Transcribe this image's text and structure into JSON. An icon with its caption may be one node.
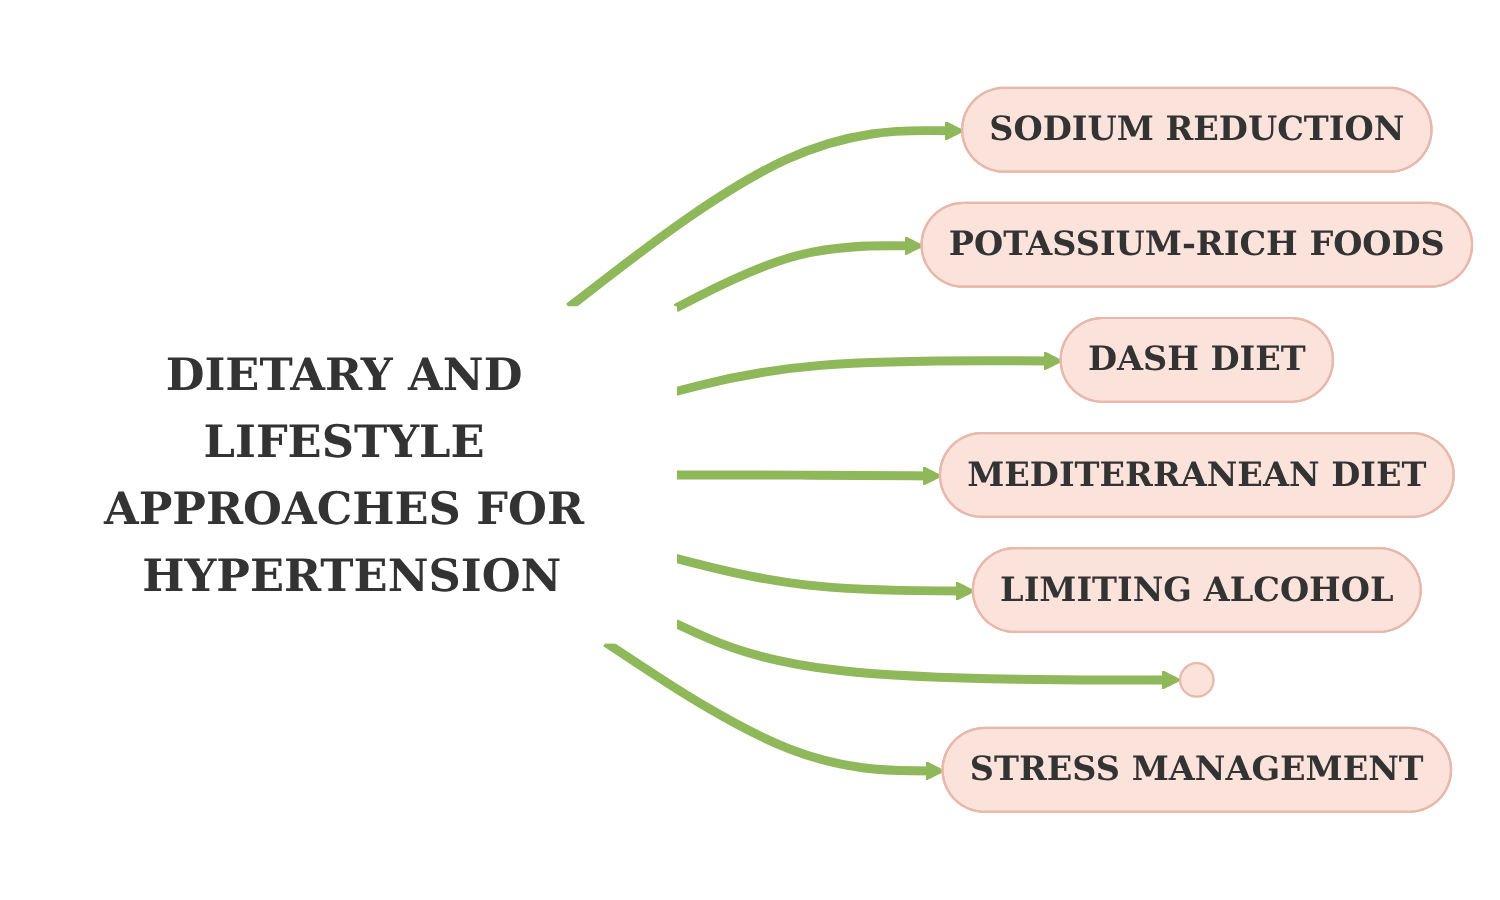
{
  "diagram": {
    "nodes": [
      {
        "text": [
          "DIETARY AND LIFESTYLE APPROACHES FOR HYPERTENSION"
        ]
      },
      {
        "text": [
          "SODIUM REDUCTION"
        ]
      },
      {
        "text": [
          "POTASSIUM-RICH FOODS"
        ]
      },
      {
        "text": [
          "DASH DIET"
        ]
      },
      {
        "text": [
          "MEDITERRANEAN DIET"
        ]
      },
      {
        "text": [
          "LIMITING ALCOHOL"
        ]
      },
      {
        "text": [],
        "shape": "circle"
      },
      {
        "text": [
          "STRESS MANAGEMENT"
        ]
      }
    ],
    "edges": [
      {
        "from": 0,
        "to": 1,
        "arrow": "to"
      },
      {
        "from": 0,
        "to": 2,
        "arrow": "to"
      },
      {
        "from": 0,
        "to": 3,
        "arrow": "to"
      },
      {
        "from": 0,
        "to": 4,
        "arrow": "to"
      },
      {
        "from": 0,
        "to": 5,
        "arrow": "to"
      },
      {
        "from": 0,
        "to": 6,
        "arrow": "to"
      },
      {
        "from": 0,
        "to": 7,
        "arrow": "to"
      }
    ]
  }
}
